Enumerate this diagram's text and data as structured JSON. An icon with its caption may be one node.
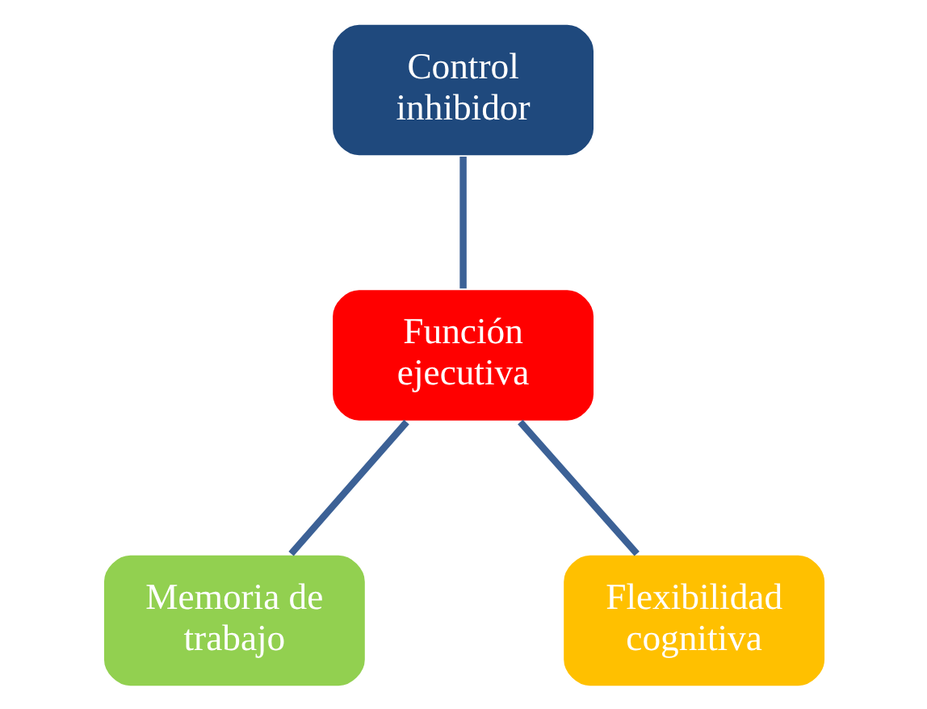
{
  "diagram": {
    "nodes": [
      {
        "text": [
          "Control inhibidor"
        ]
      },
      {
        "text": [
          "Función ejecutiva"
        ]
      },
      {
        "text": [
          "Memoria de trabajo"
        ]
      },
      {
        "text": [
          "Flexibilidad cognitiva"
        ]
      }
    ],
    "edges": [
      {
        "from": 1,
        "to": 0,
        "arrow": "none"
      },
      {
        "from": 1,
        "to": 2,
        "arrow": "none"
      },
      {
        "from": 1,
        "to": 3,
        "arrow": "none"
      }
    ]
  }
}
